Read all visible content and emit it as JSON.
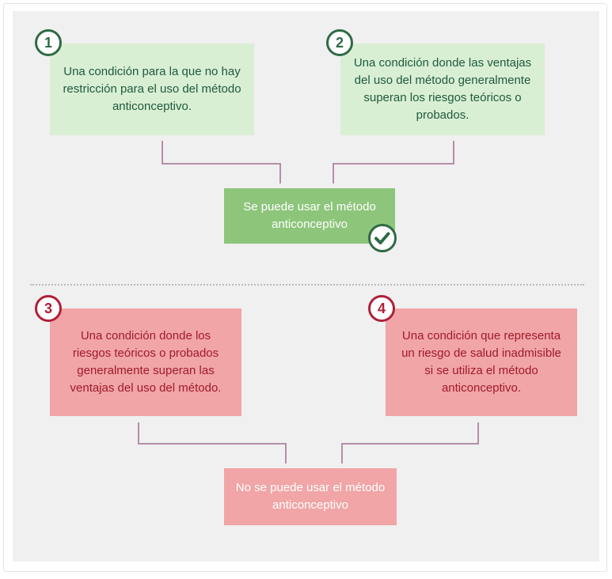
{
  "top": {
    "cat1": {
      "number": "1",
      "text": "Una condición para la que no hay restricción para el uso del método anticonceptivo."
    },
    "cat2": {
      "number": "2",
      "text": "Una condición donde las ventajas del uso del método generalmente superan los riesgos teóricos o probados."
    },
    "result": {
      "text": "Se puede usar el método anticonceptivo"
    }
  },
  "bottom": {
    "cat3": {
      "number": "3",
      "text": "Una condición donde los riesgos teóricos o probados generalmente superan las ventajas del uso del método."
    },
    "cat4": {
      "number": "4",
      "text": "Una condición que representa un riesgo de salud inadmisible si se utiliza el método anticonceptivo."
    },
    "result": {
      "text": "No se puede usar el método anticonceptivo"
    }
  },
  "colors": {
    "green_light": "#d9efd4",
    "green_mid": "#8dc57b",
    "green_dark": "#2f6a45",
    "red_light": "#f1a5a6",
    "red_dark": "#b0203a",
    "connector": "#b48fa8"
  },
  "icons": {
    "result_ok": "check-icon"
  }
}
